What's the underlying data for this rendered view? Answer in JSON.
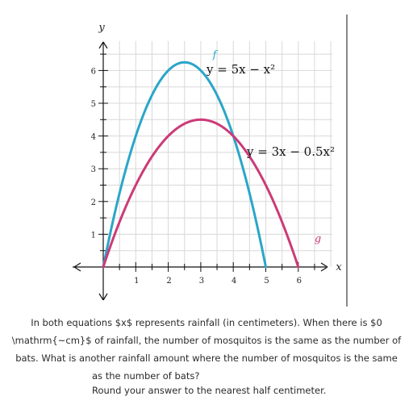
{
  "chart_data": {
    "type": "line",
    "title": "",
    "xlabel": "x",
    "ylabel": "y",
    "xlim": [
      -0.8,
      7.0
    ],
    "ylim": [
      -0.6,
      7.0
    ],
    "grid": true,
    "x_ticks": [
      1,
      2,
      3,
      4,
      5,
      6
    ],
    "y_ticks": [
      1,
      2,
      3,
      4,
      5,
      6
    ],
    "series": [
      {
        "name": "f",
        "equation_label": "y = 5x − x²",
        "color": "#2aa6c8",
        "x": [
          0,
          0.5,
          1,
          1.5,
          2,
          2.5,
          3,
          3.5,
          4,
          4.5,
          5
        ],
        "y": [
          0,
          2.25,
          4,
          5.25,
          6,
          6.25,
          6,
          5.25,
          4,
          2.25,
          0
        ]
      },
      {
        "name": "g",
        "equation_label": "y = 3x − 0.5x²",
        "color": "#cc3a78",
        "x": [
          0,
          0.5,
          1,
          1.5,
          2,
          2.5,
          3,
          3.5,
          4,
          4.5,
          5,
          5.5,
          6
        ],
        "y": [
          0,
          1.375,
          2.5,
          3.375,
          4,
          4.375,
          4.5,
          4.375,
          4,
          3.375,
          2.5,
          1.375,
          0
        ]
      }
    ]
  },
  "question": {
    "line1": "In both equations $x$ represents rainfall (in centimeters). When there is $0",
    "line2": "\\mathrm{~cm}$ of rainfall, the number of mosquitos is the same as the number of",
    "line3": "bats. What is another rainfall amount where the number of mosquitos is the same",
    "line4": "as the number of bats?",
    "line5": "Round your answer to the nearest half centimeter."
  }
}
